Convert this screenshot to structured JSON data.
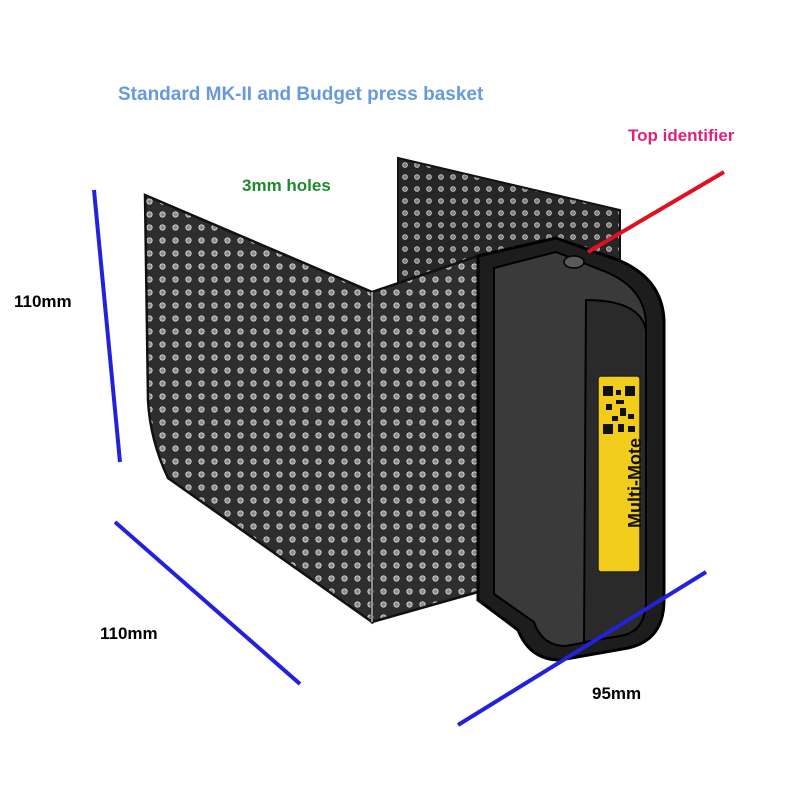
{
  "title": "Standard MK-II and Budget press basket",
  "annotations": {
    "holes": "3mm holes",
    "top_identifier": "Top identifier"
  },
  "dimensions": {
    "height": "110mm",
    "depth": "110mm",
    "width": "95mm"
  },
  "label_text": "Multi-Mote",
  "colors": {
    "title": "#6699e0",
    "holes": "#1e8a2e",
    "top_identifier": "#e0217a",
    "dimension_line": "#2222dd",
    "pointer_line": "#e01020",
    "basket": "#2b2b2b",
    "label": "#f2cc1a"
  }
}
